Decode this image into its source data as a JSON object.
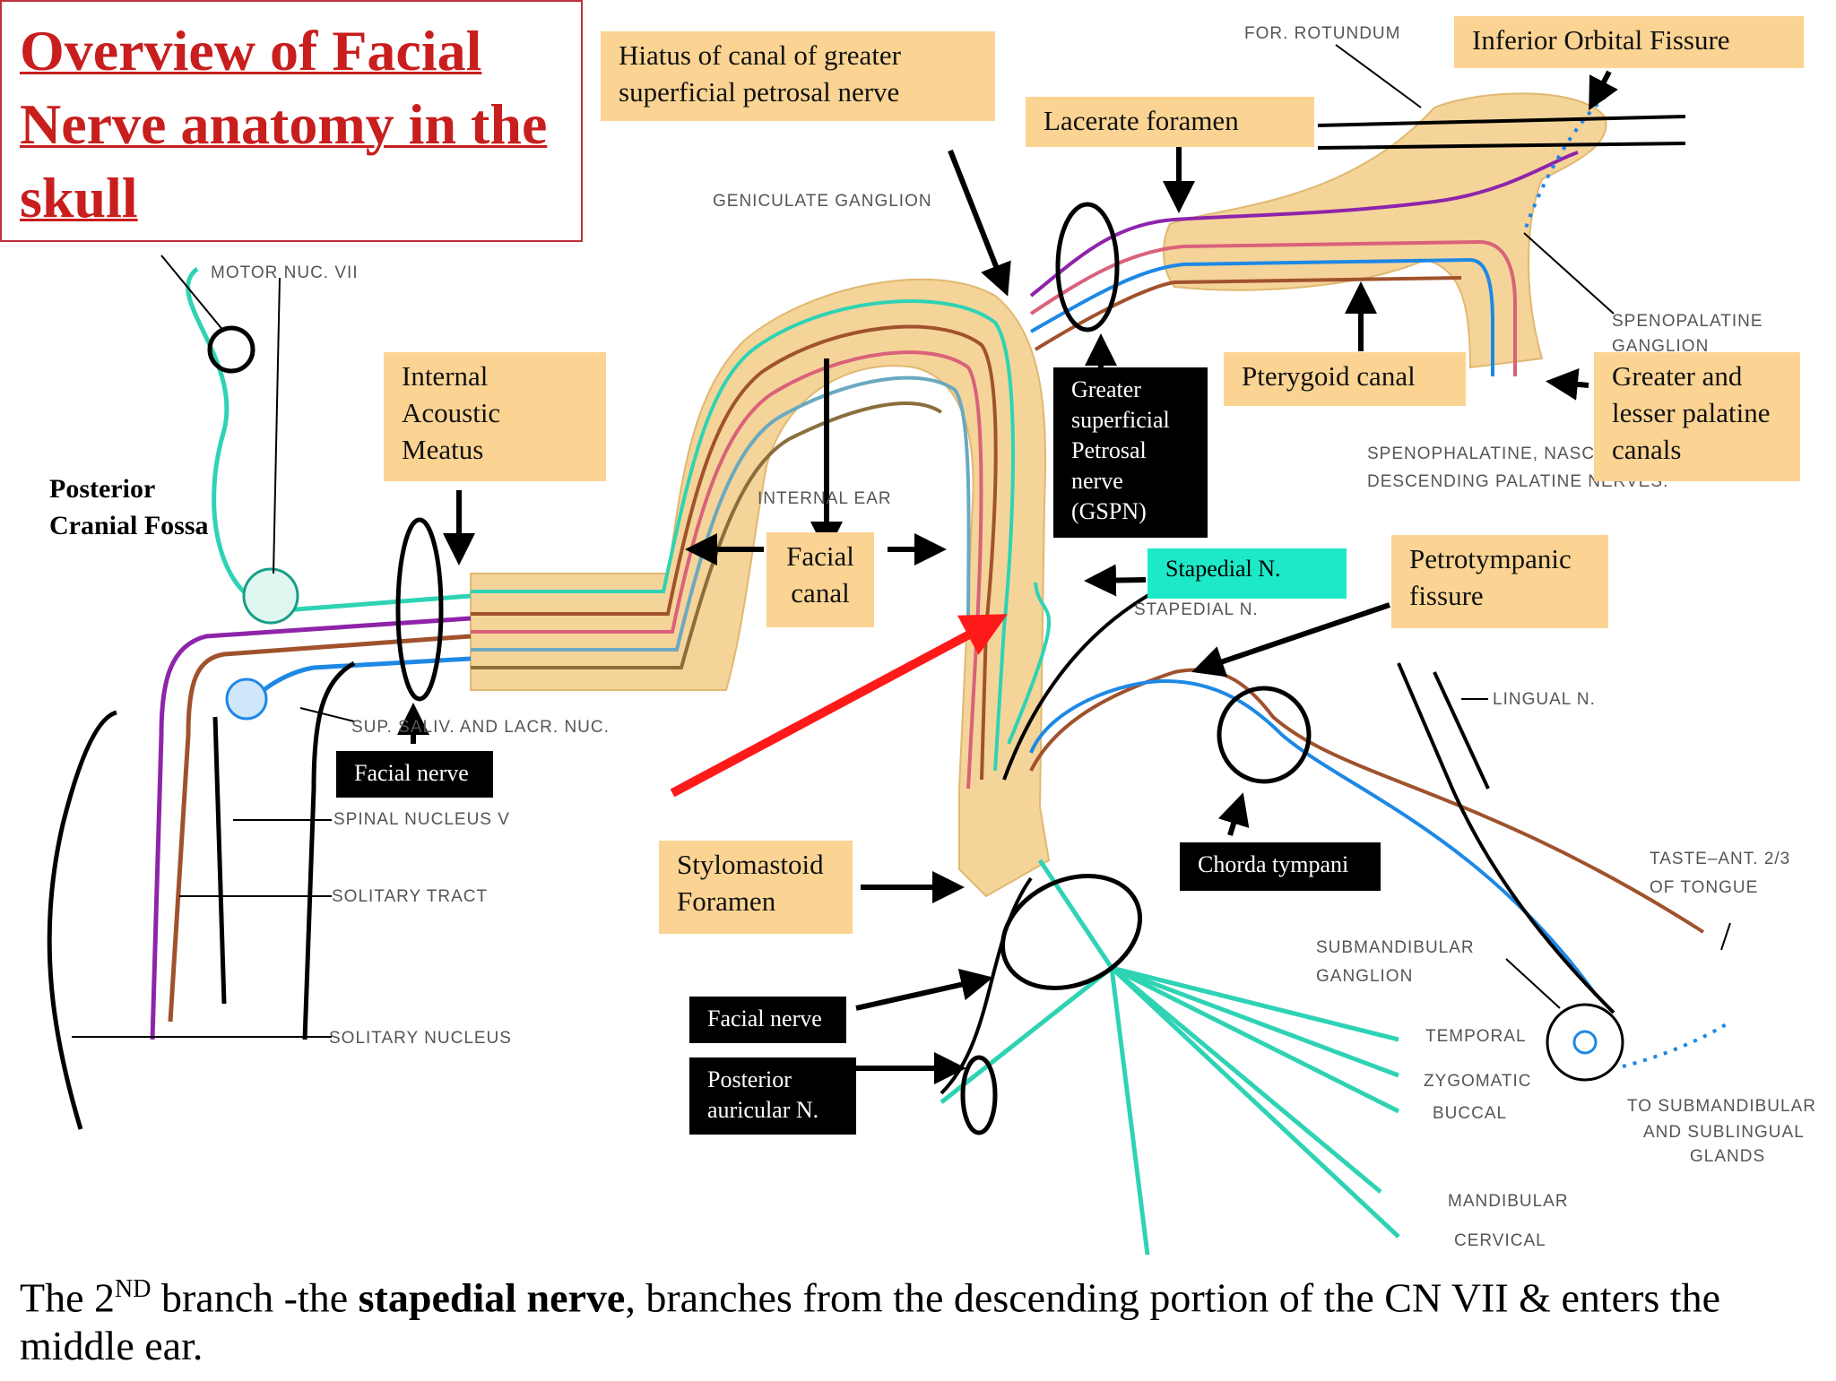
{
  "title": "Overview of Facial Nerve anatomy in the skull",
  "caption": {
    "prefix": "The 2",
    "superscript": "ND",
    "middle": " branch -the ",
    "bold": "stapedial nerve",
    "suffix": ", branches from the descending portion of the CN VII  & enters the middle ear."
  },
  "diagram_labels": {
    "for_rotundum": "FOR. ROTUNDUM",
    "geniculate_ganglion": "GENICULATE GANGLION",
    "motor_nuc": "MOTOR NUC. VII",
    "internal_ear": "INTERNAL EAR",
    "sphenopalatine_ganglion_1": "SPENOPALATINE",
    "sphenopalatine_ganglion_2": "GANGLION",
    "sphenophalatine_nerves_1": "SPENOPHALATINE, NASC",
    "sphenophalatine_nerves_2": "DESCENDING PALATINE NERVES.",
    "stapedial_n": "STAPEDIAL N.",
    "lingual_n": "LINGUAL N.",
    "sup_saliv": "SUP. SALIV. AND LACR. NUC.",
    "spinal_nucleus": "SPINAL NUCLEUS V",
    "solitary_tract": "SOLITARY TRACT",
    "solitary_nucleus": "SOLITARY NUCLEUS",
    "taste_1": "TASTE–ANT. 2/3",
    "taste_2": "OF TONGUE",
    "submandibular_ganglion_1": "SUBMANDIBULAR",
    "submandibular_ganglion_2": "GANGLION",
    "temporal": "TEMPORAL",
    "zygomatic": "ZYGOMATIC",
    "buccal": "BUCCAL",
    "mandibular": "MANDIBULAR",
    "cervical": "CERVICAL",
    "to_glands_1": "TO SUBMANDIBULAR",
    "to_glands_2": "AND SUBLINGUAL",
    "to_glands_3": "GLANDS"
  },
  "callouts": {
    "hiatus": "Hiatus of canal of greater superficial petrosal nerve",
    "inferior_orbital": "Inferior Orbital Fissure",
    "lacerate": "Lacerate foramen",
    "internal_acoustic": "Internal Acoustic Meatus",
    "posterior_fossa": "Posterior Cranial Fossa",
    "gspn": "Greater superficial Petrosal nerve (GSPN)",
    "pterygoid": "Pterygoid canal",
    "palatine": "Greater and lesser palatine canals",
    "facial_canal": "Facial canal",
    "stapedial": "Stapedial N.",
    "petrotympanic": "Petrotympanic fissure",
    "facial_nerve_1": "Facial nerve",
    "stylomastoid": "Stylomastoid Foramen",
    "chorda": "Chorda tympani",
    "facial_nerve_2": "Facial nerve",
    "posterior_auricular": "Posterior auricular N."
  },
  "colors": {
    "canal": "#f5d49a",
    "facial_motor": "#2ed3b4",
    "parasympathetic": "#1e88e5",
    "sensory": "#a0522d",
    "special": "#8e24aa",
    "pink": "#d9627a",
    "title_red": "#c81e1e",
    "callout_yellow": "#fbd493",
    "red_arrow": "#ff1a1a"
  }
}
